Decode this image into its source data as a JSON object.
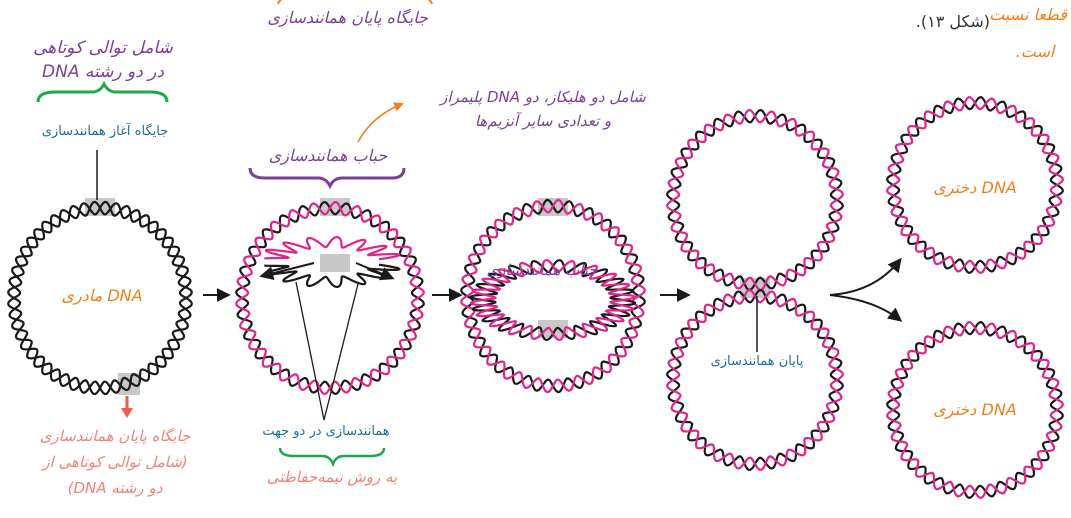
{
  "top_fragments": {
    "top_center": "جایگاه پایان همانندسازی",
    "top_right_line1": "قطعا نسبت",
    "top_right_line2": "است.",
    "figure_ref": "(شکل ۱۳)."
  },
  "labels": {
    "short_seq_line1": "شامل توالی کوتاهی",
    "short_seq_line2": "در دو رشته DNA",
    "replication_origin": "جایگاه آغاز همانندسازی",
    "bubble_top": "حباب همانندسازی",
    "enzymes_line1": "شامل دو هلیکاز، دو DNA پلیمراز",
    "enzymes_line2": "و تعدادی سایر آنزیم‌ها",
    "bubble_mid": "حباب همانندسازی",
    "mother_dna": "DNA مادری",
    "end_site_line1": "جایگاه پایان همانندسازی",
    "end_site_line2": "(شامل توالی کوتاهی از",
    "end_site_line3": "دو رشته DNA)",
    "bidirectional": "همانندسازی در دو جهت",
    "semi_conservative": "به روش نیمه‌حفاظتی",
    "replication_end": "پایان همانندسازی",
    "daughter_top": "DNA دختری",
    "daughter_bottom": "DNA دختری"
  },
  "colors": {
    "old_strand": "#1a1a1a",
    "new_strand": "#e0248a",
    "site_box": "#c8c8c8",
    "bracket_green": "#1fa84a",
    "bracket_purple": "#7b3f98",
    "arrow_orange": "#f07f1a",
    "arrow_salmon": "#f05a4f"
  }
}
